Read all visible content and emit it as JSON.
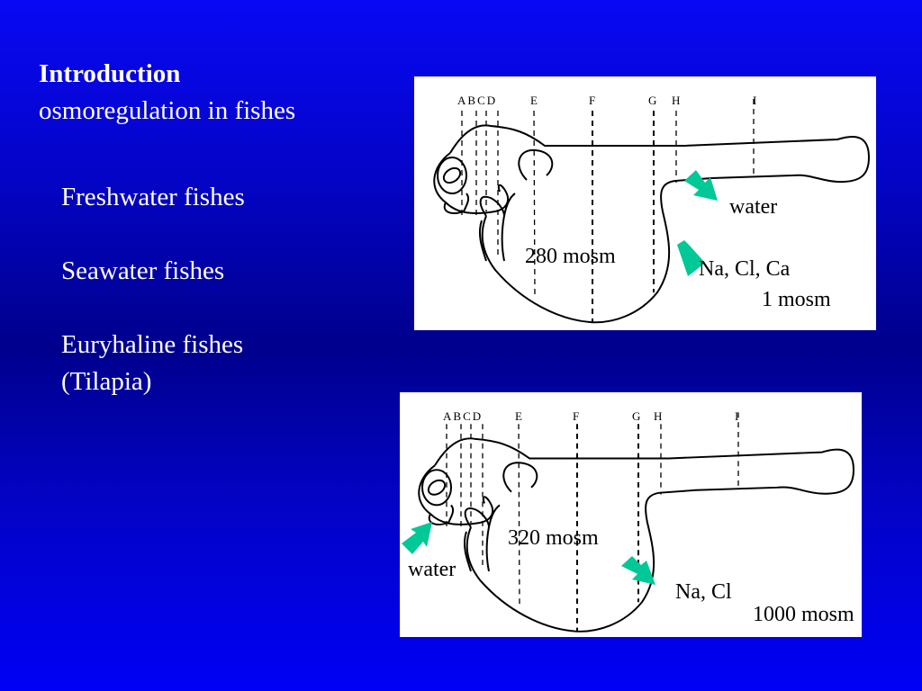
{
  "slide": {
    "title": "Introduction",
    "subtitle": "osmoregulation in fishes",
    "items": [
      "Freshwater fishes",
      "Seawater fishes",
      "Euryhaline fishes",
      "(Tilapia)"
    ]
  },
  "figures": [
    {
      "section_labels": [
        "A",
        "B",
        "C",
        "D",
        "E",
        "F",
        "G",
        "H",
        "I"
      ],
      "internal": "280 mosm",
      "water_label": "water",
      "ions_label": "Na, Cl, Ca",
      "external": "1 mosm"
    },
    {
      "section_labels": [
        "A",
        "B",
        "C",
        "D",
        "E",
        "F",
        "G",
        "H",
        "I"
      ],
      "internal": "320 mosm",
      "water_label": "water",
      "ions_label": "Na, Cl",
      "external": "1000 mosm"
    }
  ],
  "colors": {
    "arrow": "#00c896",
    "background": "#0000f0"
  }
}
